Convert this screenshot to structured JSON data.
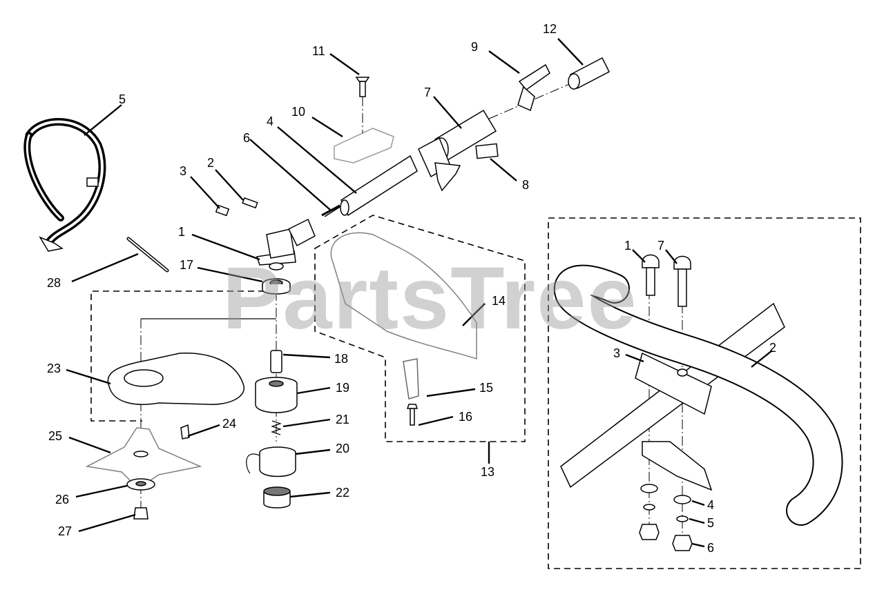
{
  "watermark": "PartsTree",
  "callouts": {
    "c1": "1",
    "c2": "2",
    "c3": "3",
    "c4": "4",
    "c5": "5",
    "c6": "6",
    "c7": "7",
    "c8": "8",
    "c9": "9",
    "c10": "10",
    "c11": "11",
    "c12": "12",
    "c13": "13",
    "c14": "14",
    "c15": "15",
    "c16": "16",
    "c17": "17",
    "c18": "18",
    "c19": "19",
    "c20": "20",
    "c21": "21",
    "c22": "22",
    "c23": "23",
    "c24": "24",
    "c25": "25",
    "c26": "26",
    "c27": "27",
    "c28": "28"
  },
  "inset_callouts": {
    "i1": "1",
    "i7": "7",
    "i3": "3",
    "i2": "2",
    "i4": "4",
    "i5": "5",
    "i6": "6"
  }
}
